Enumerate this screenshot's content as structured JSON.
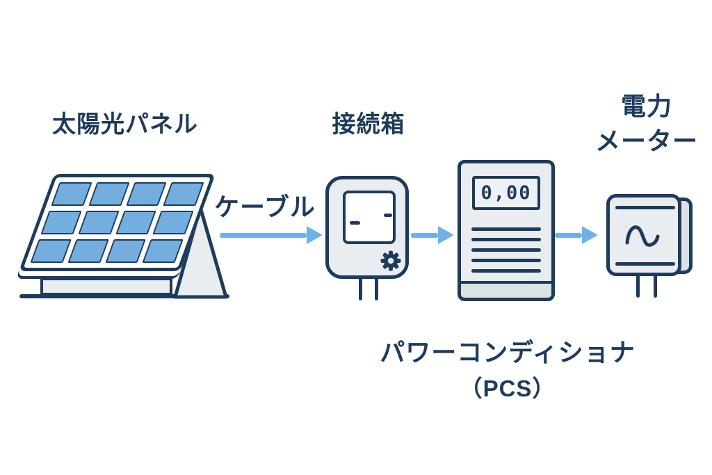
{
  "diagram": {
    "type": "flow-diagram",
    "topic": "solar power system components",
    "flow_order": [
      "solar_panel",
      "cable",
      "junction_box",
      "pcs",
      "power_meter"
    ],
    "colors": {
      "background": "#ffffff",
      "outline_navy": "#1e3a5c",
      "panel_cell_blue": "#73aede",
      "arrow_blue": "#70b2e8",
      "device_fill": "#e9edf0",
      "pcs_base_fill": "#dce3e3",
      "meter_side_fill": "#dde2e6"
    },
    "icons": {
      "solar_panel": "solar-panel-icon",
      "junction_box": "junction-box-icon",
      "gear": "gear-icon",
      "pcs": "pcs-unit-icon",
      "power_meter": "power-meter-icon",
      "sine_wave": "sine-wave-icon",
      "arrow": "flow-arrow-icon"
    }
  },
  "nodes": {
    "solar_panel": {
      "label": "太陽光パネル"
    },
    "cable": {
      "label": "ケーブル"
    },
    "junction_box": {
      "label": "接続箱"
    },
    "pcs": {
      "label_line1": "パワーコンディショナ",
      "label_line2": "（PCS）",
      "display_value": "0,00"
    },
    "power_meter": {
      "label_line1": "電力",
      "label_line2": "メーター"
    }
  }
}
